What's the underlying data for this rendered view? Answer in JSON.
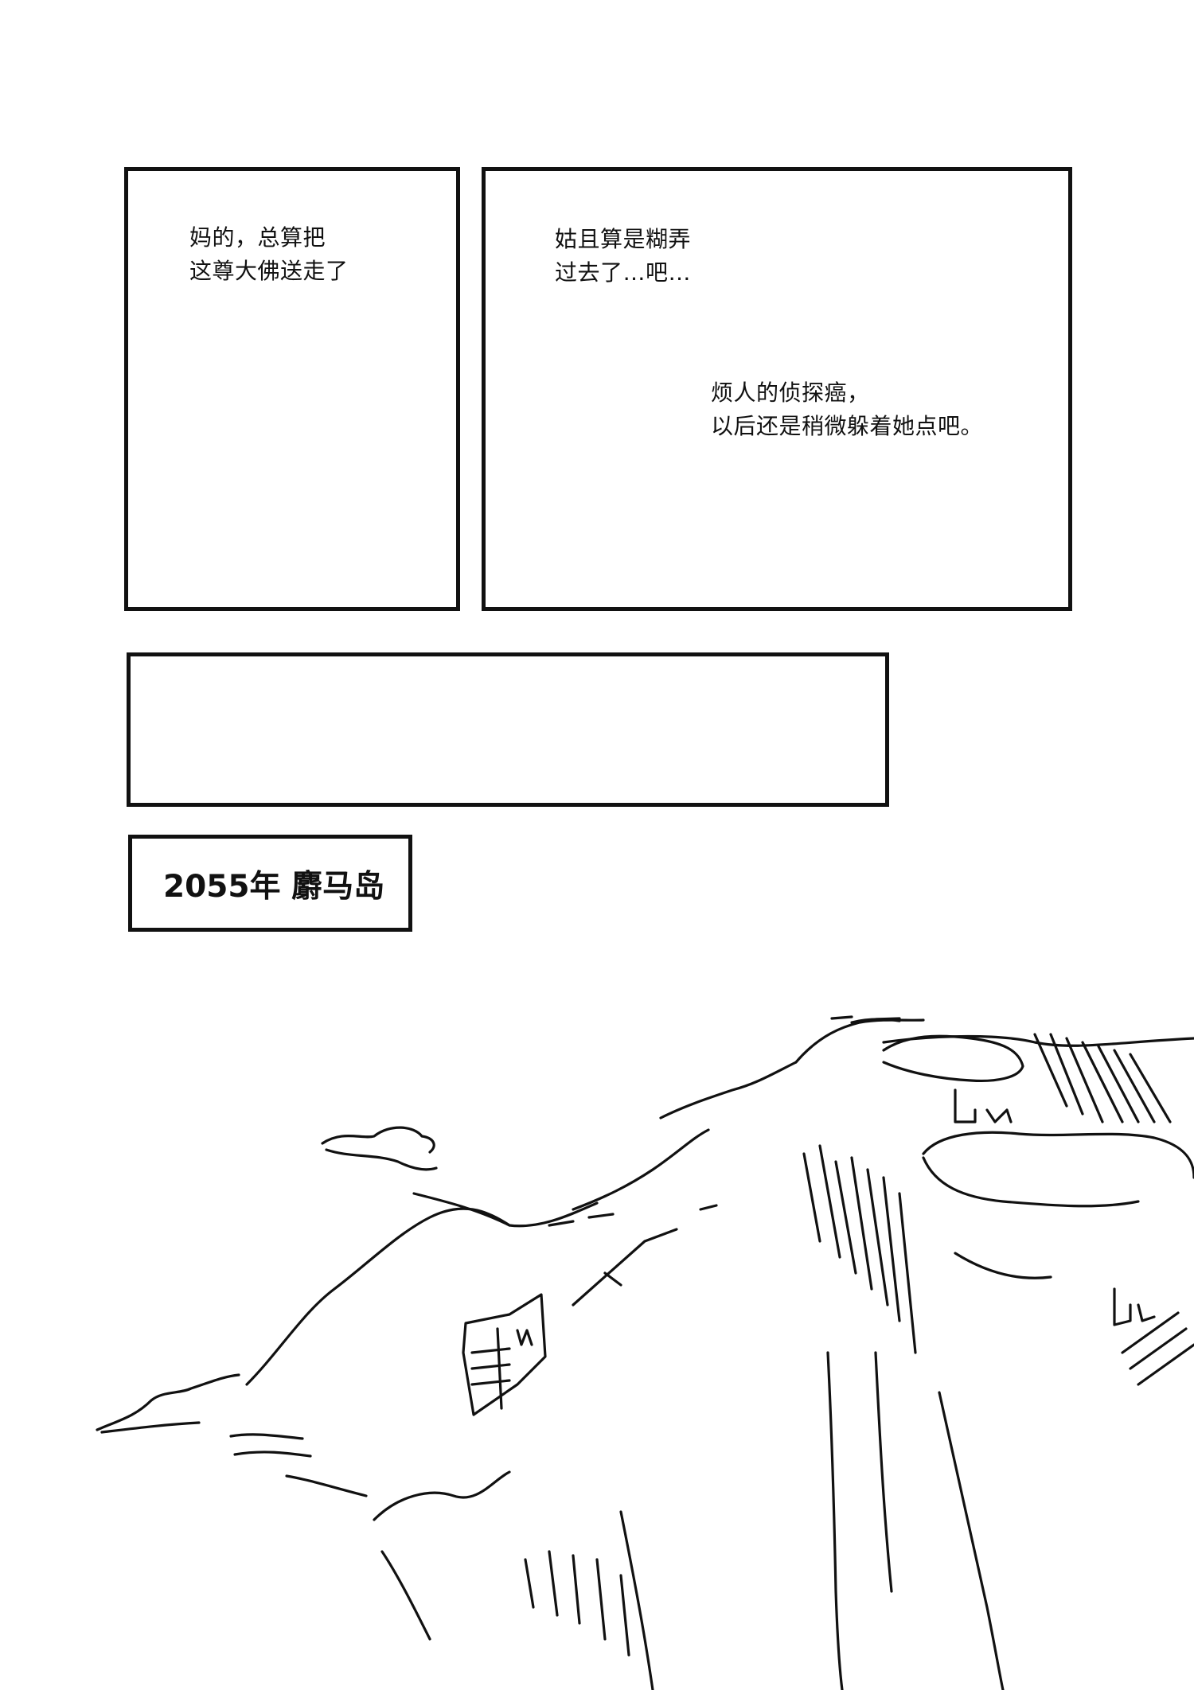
{
  "panels": [
    {
      "lines": "妈的，总算把\n这尊大佛送走了"
    },
    {
      "lines_a": "姑且算是糊弄\n过去了…吧…",
      "lines_b": "烦人的侦探癌，\n以后还是稍微躲着她点吧。"
    }
  ],
  "caption": {
    "text": "2055年 麝马岛"
  },
  "illustration": {
    "subject": "island-landscape-sketch"
  }
}
